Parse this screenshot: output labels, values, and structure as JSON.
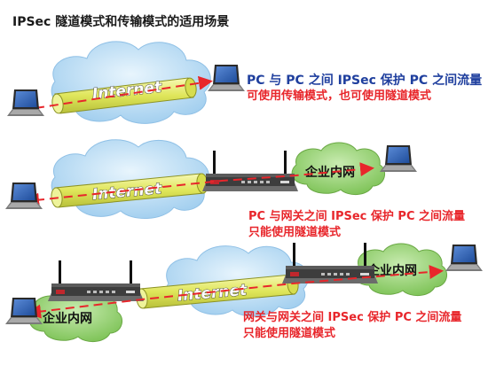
{
  "title": "IPSec 隧道模式和传输模式的适用场景",
  "scenarios": [
    {
      "internet_label": "Internet",
      "caption_lines": [
        "PC 与 PC 之间 IPSec 保护 PC 之间流量",
        "可使用传输模式，也可使用隧道模式"
      ]
    },
    {
      "internet_label": "Internet",
      "intranet_label": "企业内网",
      "caption_lines": [
        "PC 与网关之间 IPSec 保护 PC 之间流量",
        "只能使用隧道模式"
      ]
    },
    {
      "internet_label": "Internet",
      "intranet_left_label": "企业内网",
      "intranet_right_label": "企业内网",
      "caption_lines": [
        "网关与网关之间 IPSec 保护 PC 之间流量",
        "只能使用隧道模式"
      ]
    }
  ],
  "icons": [
    "laptop-icon",
    "router-icon",
    "cloud-icon",
    "tunnel-icon",
    "traffic-arrow-icon"
  ],
  "colors": {
    "caption": "#e8262b",
    "caption_top": "#1f3f9e",
    "cloud": "#bfe0f5",
    "intranet_cloud": "#9ed47a",
    "tunnel": "#e6ec6a",
    "arrow": "#e8262b"
  }
}
